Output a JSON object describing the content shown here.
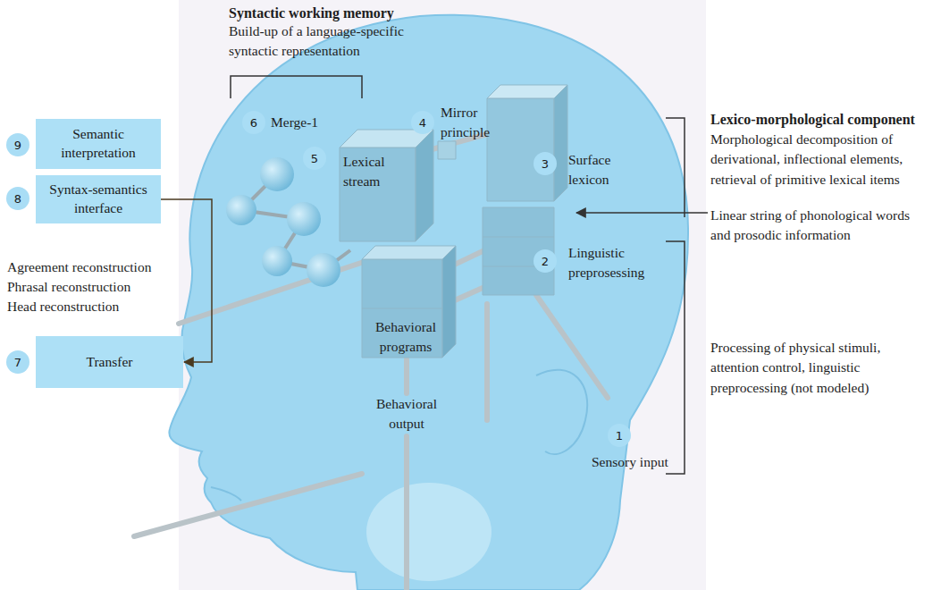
{
  "diagram": {
    "nodes": [
      {
        "text": [
          "Semantic interpretation"
        ]
      },
      {
        "text": [
          "Syntax-semantics interface"
        ]
      },
      {
        "text": [
          "Transfer"
        ]
      }
    ],
    "edges": [
      {
        "from": 1,
        "to": 2,
        "arrow": "to"
      }
    ],
    "labels": [
      "Syntactic working memory",
      "Build-up of a language-specific syntactic representation",
      "9",
      "8",
      "Agreement reconstruction",
      "Phrasal reconstruction",
      "Head reconstruction",
      "7",
      "6",
      "Merge-1",
      "4",
      "Mirror principle",
      "5",
      "Lexical stream",
      "3",
      "Surface lexicon",
      "Lexico-morphological component",
      "Morphological decomposition of derivational, inflectional elements, retrieval of primitive lexical items",
      "Linear string of phonological words and prosodic information",
      "2",
      "Linguistic preprosessing",
      "Processing of physical stimuli, attention control, linguistic preprocessing (not modeled)",
      "Behavioral programs",
      "Behavioral output",
      "1",
      "Sensory input"
    ]
  }
}
